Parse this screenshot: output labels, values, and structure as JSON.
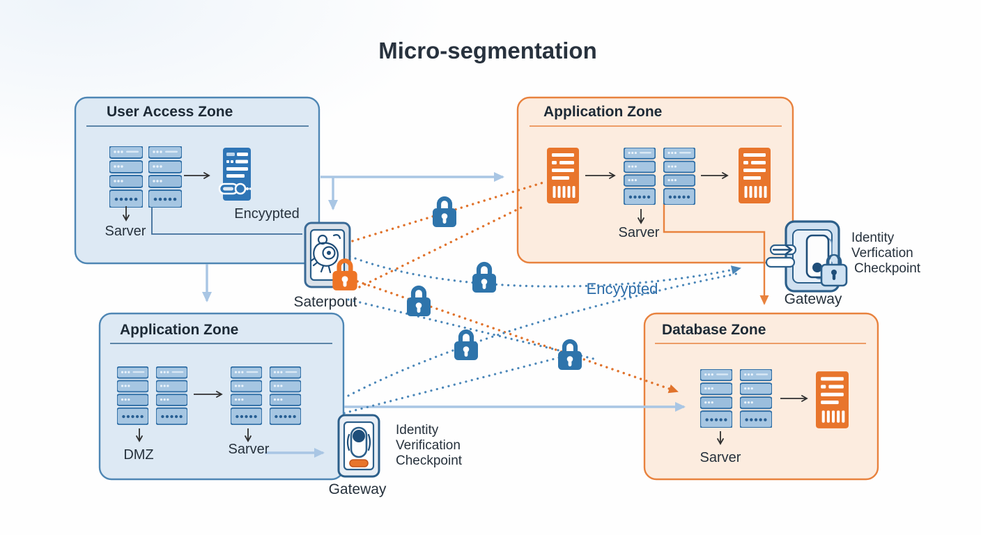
{
  "title": "Micro-segmentation",
  "zones": {
    "user_access": {
      "title": "User Access Zone",
      "server_label": "Sarver",
      "encrypted_label": "Encyypted"
    },
    "application_top": {
      "title": "Application Zone",
      "server_label": "Sarver"
    },
    "application_bottom": {
      "title": "Application Zone",
      "dmz_label": "DMZ",
      "server_label": "Sarver"
    },
    "database": {
      "title": "Database Zone",
      "server_label": "Sarver"
    }
  },
  "gateways": {
    "saterpout": {
      "label": "Saterpout"
    },
    "bottom": {
      "label": "Gateway",
      "note_lines": [
        "Identity",
        "Verification",
        "Checkpoint"
      ]
    },
    "right": {
      "label": "Gateway",
      "note_lines": [
        "Identity",
        "Verfication",
        "Checkpoint"
      ]
    }
  },
  "annotations": {
    "encrypted_path_label": "Encyypted"
  },
  "icons": {
    "server_stack": "server-stack-icon",
    "server_panel": "server-panel-icon",
    "encrypted_server": "encrypted-server-icon",
    "padlock": "padlock-icon",
    "gateway_tablet": "gateway-tablet-icon"
  },
  "colors": {
    "blue_zone_fill": "#dde9f4",
    "blue_zone_border": "#4e86b4",
    "orange_zone_fill": "#fcecdf",
    "orange_zone_border": "#e8823e",
    "blue_accent": "#2e74ab",
    "orange_accent": "#ee7425",
    "light_arrow": "#a9c6e4",
    "dark_text": "#26313c",
    "blue_dotted": "#4a86b8",
    "orange_dotted": "#e0732c"
  }
}
